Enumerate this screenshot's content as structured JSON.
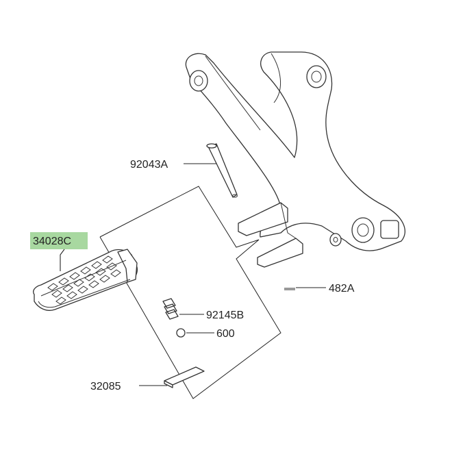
{
  "diagram": {
    "highlight_color": "#a8d8a0",
    "line_color": "#222222",
    "labels": {
      "pin": "92043A",
      "cotter_pin": "482A",
      "footpeg": "34028C",
      "spring": "92145B",
      "ball": "600",
      "plate": "32085"
    }
  }
}
